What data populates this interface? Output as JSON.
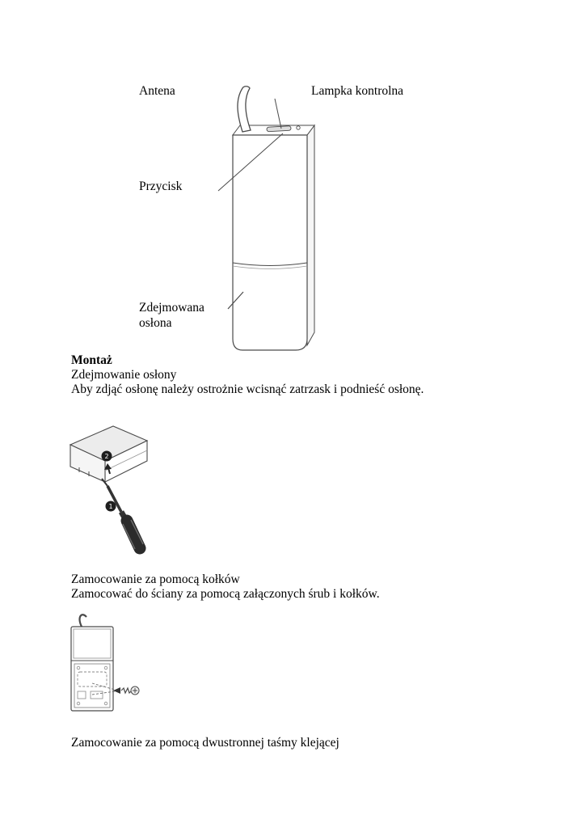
{
  "document": {
    "labels": {
      "antenna": "Antena",
      "control_lamp": "Lampka kontrolna",
      "button": "Przycisk",
      "removable_cover": "Zdejmowana osłona"
    },
    "montaz": {
      "heading": "Montaż",
      "subheading": "Zdejmowanie osłony",
      "body": "Aby zdjąć osłonę należy ostrożnie wcisnąć zatrzask i podnieść osłonę."
    },
    "pegs": {
      "subheading": "Zamocowanie za pomocą kołków",
      "body": "Zamocować do ściany za pomocą załączonych śrub i kołków."
    },
    "tape": {
      "subheading": "Zamocowanie za pomocą dwustronnej taśmy klejącej"
    },
    "steps": {
      "one": "1",
      "two": "2"
    },
    "ink_color": "#000000",
    "line_art_color": "#4a4a4a"
  }
}
